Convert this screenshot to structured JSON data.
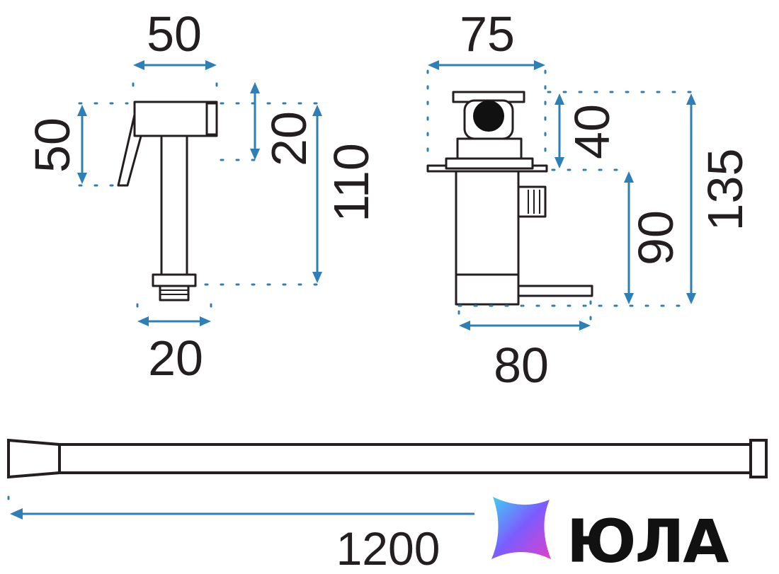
{
  "dimensions": {
    "head_width": "50",
    "head_height": "50",
    "head_top": "20",
    "head_total_height": "110",
    "nozzle_width": "20",
    "holder_width": "75",
    "holder_top": "40",
    "holder_lower": "90",
    "holder_total": "135",
    "holder_base_width": "80",
    "hose_length": "1200"
  },
  "logo": {
    "text": "ЮЛА"
  },
  "colors": {
    "dimension": "#2e7fb5",
    "outline": "#231f20",
    "logo_gradient": [
      "#3fd0f0",
      "#7b5cff",
      "#e040c8"
    ]
  }
}
